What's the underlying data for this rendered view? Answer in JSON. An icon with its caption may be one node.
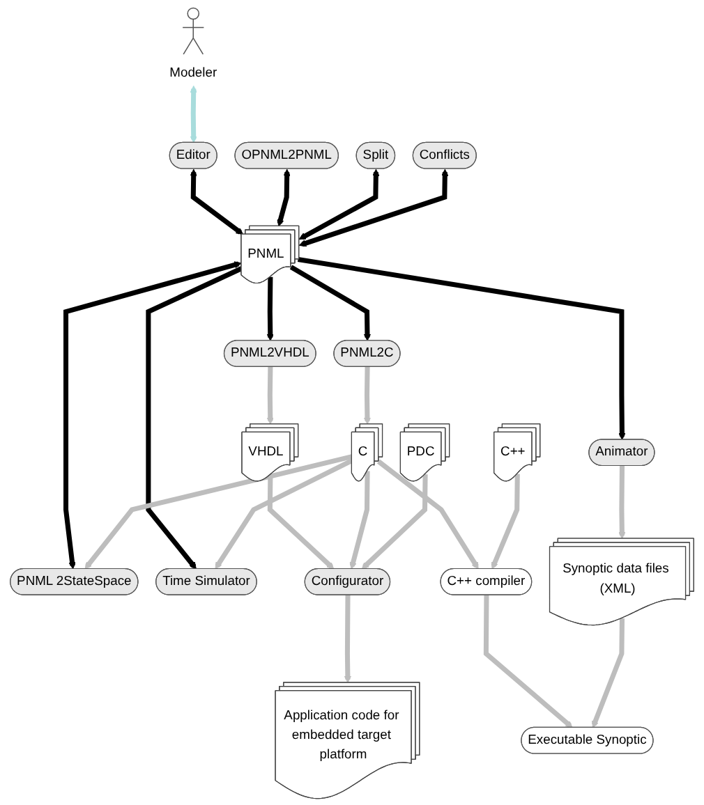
{
  "diagram": {
    "nodes": [
      {
        "text": [
          "Modeler"
        ]
      },
      {
        "text": [
          "Editor"
        ]
      },
      {
        "text": [
          "OPNML2PNML"
        ]
      },
      {
        "text": [
          "Split"
        ]
      },
      {
        "text": [
          "Conflicts"
        ]
      },
      {
        "text": [
          "PNML"
        ]
      },
      {
        "text": [
          "PNML 2StateSpace"
        ]
      },
      {
        "text": [
          "PNML2VHDL"
        ]
      },
      {
        "text": [
          "PNML2C"
        ]
      },
      {
        "text": [
          "Time Simulator"
        ]
      },
      {
        "text": [
          "Animator"
        ]
      },
      {
        "text": [
          "VHDL"
        ]
      },
      {
        "text": [
          "C"
        ]
      },
      {
        "text": [
          "Synoptic data files (XML)"
        ]
      },
      {
        "text": [
          "Application code for embedded target platform"
        ]
      },
      {
        "text": [
          "Configurator"
        ]
      },
      {
        "text": [
          "C++ compiler"
        ]
      },
      {
        "text": [
          "Executable Synoptic"
        ]
      },
      {
        "text": [
          "PDC"
        ]
      },
      {
        "text": [
          "C++"
        ]
      }
    ],
    "edges": [
      {
        "from": 0,
        "to": 1,
        "arrow": "both",
        "color": "#a8dcdc"
      },
      {
        "from": 1,
        "to": 5,
        "arrow": "both",
        "color": "#000000"
      },
      {
        "from": 2,
        "to": 5,
        "arrow": "both",
        "color": "#000000"
      },
      {
        "from": 3,
        "to": 5,
        "arrow": "both",
        "color": "#000000"
      },
      {
        "from": 4,
        "to": 5,
        "arrow": "both",
        "color": "#000000"
      },
      {
        "from": 5,
        "to": 7,
        "arrow": "to",
        "color": "#000000"
      },
      {
        "from": 5,
        "to": 8,
        "arrow": "to",
        "color": "#000000"
      },
      {
        "from": 5,
        "to": 6,
        "arrow": "both",
        "color": "#000000"
      },
      {
        "from": 5,
        "to": 9,
        "arrow": "to",
        "color": "#000000"
      },
      {
        "from": 5,
        "to": 10,
        "arrow": "to",
        "color": "#000000"
      },
      {
        "from": 7,
        "to": 11,
        "arrow": "to"
      },
      {
        "from": 8,
        "to": 12,
        "arrow": "to"
      },
      {
        "from": 12,
        "to": 6,
        "arrow": "to"
      },
      {
        "from": 12,
        "to": 9,
        "arrow": "to"
      },
      {
        "from": 11,
        "to": 15,
        "arrow": "to"
      },
      {
        "from": 12,
        "to": 15,
        "arrow": "to"
      },
      {
        "from": 12,
        "to": 16,
        "arrow": "to"
      },
      {
        "from": 15,
        "to": 14,
        "arrow": "to"
      },
      {
        "from": 18,
        "to": 15,
        "arrow": "to"
      },
      {
        "from": 19,
        "to": 16,
        "arrow": "to"
      },
      {
        "from": 16,
        "to": 17,
        "arrow": "to"
      },
      {
        "from": 10,
        "to": 13,
        "arrow": "to"
      },
      {
        "from": 13,
        "to": 17,
        "arrow": "to"
      }
    ]
  }
}
